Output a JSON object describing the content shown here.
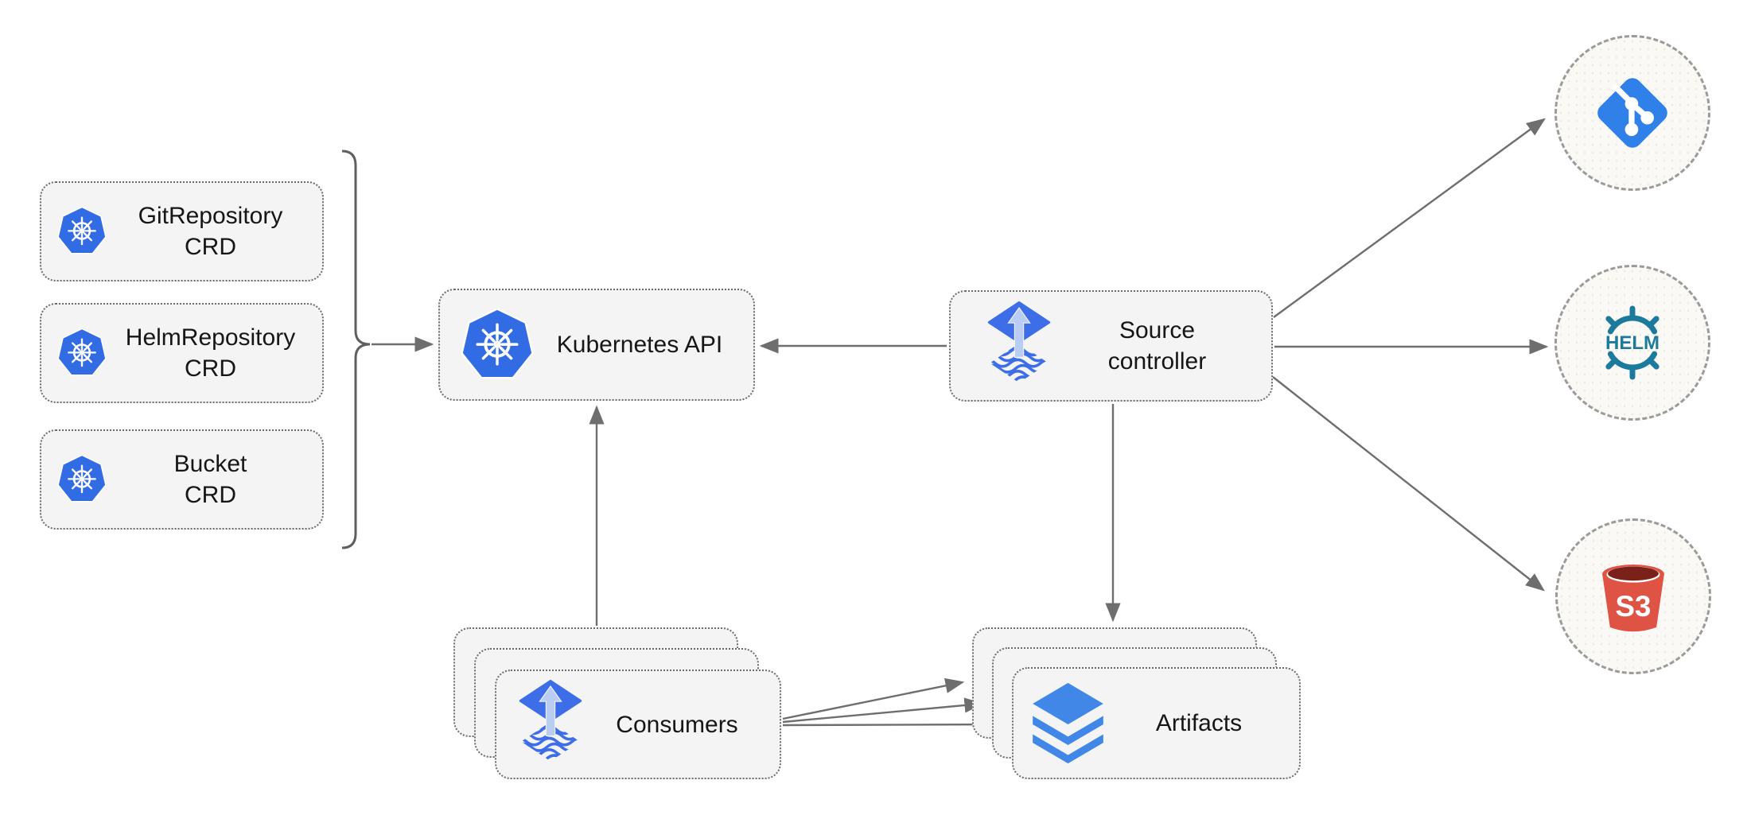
{
  "nodes": {
    "crds": [
      {
        "id": "gitrepository-crd",
        "line1": "GitRepository",
        "line2": "CRD"
      },
      {
        "id": "helmrepository-crd",
        "line1": "HelmRepository",
        "line2": "CRD"
      },
      {
        "id": "bucket-crd",
        "line1": "Bucket",
        "line2": "CRD"
      }
    ],
    "kubernetes_api": {
      "label": "Kubernetes API"
    },
    "source_controller": {
      "line1": "Source",
      "line2": "controller"
    },
    "consumers": {
      "label": "Consumers",
      "stack_count": 3
    },
    "artifacts": {
      "label": "Artifacts",
      "stack_count": 3
    },
    "externals": {
      "git": {
        "icon": "git-icon"
      },
      "helm": {
        "icon": "helm-wheel-icon",
        "text": "HELM"
      },
      "s3": {
        "icon": "s3-bucket-icon",
        "text": "S3"
      }
    }
  },
  "edges": [
    {
      "from": "crd-group-brace",
      "to": "kubernetes-api",
      "style": "arrow"
    },
    {
      "from": "source-controller",
      "to": "kubernetes-api",
      "style": "arrow"
    },
    {
      "from": "consumers",
      "to": "kubernetes-api",
      "style": "arrow"
    },
    {
      "from": "source-controller",
      "to": "artifacts",
      "style": "arrow"
    },
    {
      "from": "source-controller",
      "to": "git",
      "style": "arrow"
    },
    {
      "from": "source-controller",
      "to": "helm",
      "style": "arrow"
    },
    {
      "from": "source-controller",
      "to": "s3",
      "style": "arrow"
    },
    {
      "from": "consumers",
      "to": "artifacts",
      "style": "arrow",
      "count": 3
    }
  ],
  "colors": {
    "kubernetes_blue": "#326CE5",
    "flux_blue": "#3D6DE7",
    "flux_arrow_light": "#B9CDF3",
    "artifacts_blue": "#4087E8",
    "git_blue": "#2F80E8",
    "helm_teal": "#1C7B9C",
    "s3_red": "#DF5345",
    "s3_dark": "#7A211A",
    "arrow_gray": "#6E6E6E",
    "node_fill": "#F4F4F4",
    "node_border": "#6B6B6B",
    "circle_fill": "#FAF9F5",
    "circle_border": "#9B9B9B",
    "text": "#161616"
  }
}
